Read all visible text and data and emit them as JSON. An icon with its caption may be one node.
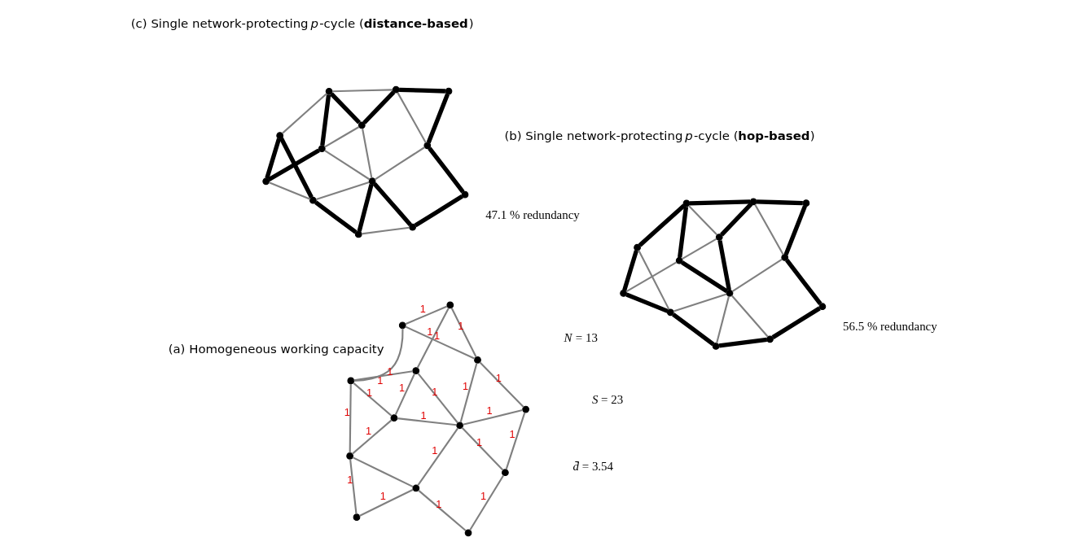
{
  "diagram": {
    "nodes": [
      {
        "text": [],
        "shape": "circle"
      },
      {
        "text": [],
        "shape": "circle"
      },
      {
        "text": [],
        "shape": "circle"
      },
      {
        "text": [],
        "shape": "circle"
      },
      {
        "text": [],
        "shape": "circle"
      },
      {
        "text": [],
        "shape": "circle"
      },
      {
        "text": [],
        "shape": "circle"
      },
      {
        "text": [],
        "shape": "circle"
      },
      {
        "text": [],
        "shape": "circle"
      },
      {
        "text": [],
        "shape": "circle"
      },
      {
        "text": [],
        "shape": "circle"
      },
      {
        "text": [],
        "shape": "circle"
      },
      {
        "text": [],
        "shape": "circle"
      },
      {
        "text": [],
        "shape": "circle"
      },
      {
        "text": [],
        "shape": "circle"
      },
      {
        "text": [],
        "shape": "circle"
      },
      {
        "text": [],
        "shape": "circle"
      },
      {
        "text": [],
        "shape": "circle"
      },
      {
        "text": [],
        "shape": "circle"
      },
      {
        "text": [],
        "shape": "circle"
      },
      {
        "text": [],
        "shape": "circle"
      },
      {
        "text": [],
        "shape": "circle"
      },
      {
        "text": [],
        "shape": "circle"
      },
      {
        "text": [],
        "shape": "circle"
      },
      {
        "text": [],
        "shape": "circle"
      },
      {
        "text": [],
        "shape": "circle"
      },
      {
        "text": [],
        "shape": "circle"
      },
      {
        "text": [],
        "shape": "circle"
      },
      {
        "text": [],
        "shape": "circle"
      },
      {
        "text": [],
        "shape": "circle"
      },
      {
        "text": [],
        "shape": "circle"
      },
      {
        "text": [],
        "shape": "circle"
      },
      {
        "text": [],
        "shape": "circle"
      },
      {
        "text": [],
        "shape": "circle"
      },
      {
        "text": [],
        "shape": "circle"
      },
      {
        "text": [],
        "shape": "circle"
      },
      {
        "text": [],
        "shape": "circle"
      },
      {
        "text": [],
        "shape": "circle"
      },
      {
        "text": [],
        "shape": "circle"
      }
    ],
    "edges": [
      {
        "from": 0,
        "to": 1,
        "arrow": "none",
        "label": "1"
      },
      {
        "from": 1,
        "to": 2,
        "arrow": "none",
        "label": "1"
      },
      {
        "from": 0,
        "to": 3,
        "arrow": "none",
        "label": "1"
      },
      {
        "from": 0,
        "to": 4,
        "arrow": "none",
        "label": "1"
      },
      {
        "from": 1,
        "to": 3,
        "arrow": "none",
        "label": "1"
      },
      {
        "from": 3,
        "to": 4,
        "arrow": "none",
        "label": "1"
      },
      {
        "from": 0,
        "to": 6,
        "arrow": "none",
        "label": "1"
      },
      {
        "from": 1,
        "to": 9,
        "arrow": "none"
      },
      {
        "from": 3,
        "to": 8,
        "arrow": "none",
        "label": "1"
      },
      {
        "from": 2,
        "to": 9,
        "arrow": "none",
        "label": "1"
      },
      {
        "from": 4,
        "to": 5,
        "arrow": "none",
        "label": "1"
      },
      {
        "from": 4,
        "to": 8,
        "arrow": "none",
        "label": "1"
      },
      {
        "from": 5,
        "to": 6,
        "arrow": "none",
        "label": "1"
      },
      {
        "from": 5,
        "to": 7,
        "arrow": "none",
        "label": "1"
      },
      {
        "from": 8,
        "to": 9,
        "arrow": "none",
        "label": "1"
      },
      {
        "from": 7,
        "to": 8,
        "arrow": "none",
        "label": "1"
      },
      {
        "from": 8,
        "to": 11,
        "arrow": "none",
        "label": "1"
      },
      {
        "from": 9,
        "to": 12,
        "arrow": "none",
        "label": "1"
      },
      {
        "from": 6,
        "to": 7,
        "arrow": "none",
        "label": "1"
      },
      {
        "from": 7,
        "to": 10,
        "arrow": "none",
        "label": "1"
      },
      {
        "from": 8,
        "to": 10,
        "arrow": "none",
        "label": "1"
      },
      {
        "from": 11,
        "to": 12,
        "arrow": "none",
        "label": "1"
      },
      {
        "from": 10,
        "to": 11,
        "arrow": "none",
        "label": "1"
      },
      {
        "from": 13,
        "to": 14,
        "arrow": "none",
        "style": "thick",
        "color": "#000000"
      },
      {
        "from": 14,
        "to": 15,
        "arrow": "none",
        "style": "thick",
        "color": "#000000"
      },
      {
        "from": 13,
        "to": 16,
        "arrow": "none"
      },
      {
        "from": 13,
        "to": 17,
        "arrow": "none",
        "style": "thick",
        "color": "#000000"
      },
      {
        "from": 14,
        "to": 16,
        "arrow": "none",
        "style": "thick",
        "color": "#000000"
      },
      {
        "from": 16,
        "to": 17,
        "arrow": "none"
      },
      {
        "from": 13,
        "to": 19,
        "arrow": "none",
        "style": "thick",
        "color": "#000000"
      },
      {
        "from": 14,
        "to": 22,
        "arrow": "none"
      },
      {
        "from": 16,
        "to": 21,
        "arrow": "none",
        "style": "thick",
        "color": "#000000"
      },
      {
        "from": 15,
        "to": 22,
        "arrow": "none",
        "style": "thick",
        "color": "#000000"
      },
      {
        "from": 17,
        "to": 18,
        "arrow": "none"
      },
      {
        "from": 17,
        "to": 21,
        "arrow": "none",
        "style": "thick",
        "color": "#000000"
      },
      {
        "from": 18,
        "to": 19,
        "arrow": "none",
        "style": "thick",
        "color": "#000000"
      },
      {
        "from": 18,
        "to": 20,
        "arrow": "none",
        "style": "thick",
        "color": "#000000"
      },
      {
        "from": 21,
        "to": 22,
        "arrow": "none"
      },
      {
        "from": 20,
        "to": 21,
        "arrow": "none"
      },
      {
        "from": 21,
        "to": 24,
        "arrow": "none"
      },
      {
        "from": 22,
        "to": 25,
        "arrow": "none",
        "style": "thick",
        "color": "#000000"
      },
      {
        "from": 19,
        "to": 20,
        "arrow": "none"
      },
      {
        "from": 20,
        "to": 23,
        "arrow": "none",
        "style": "thick",
        "color": "#000000"
      },
      {
        "from": 21,
        "to": 23,
        "arrow": "none"
      },
      {
        "from": 24,
        "to": 25,
        "arrow": "none",
        "style": "thick",
        "color": "#000000"
      },
      {
        "from": 23,
        "to": 24,
        "arrow": "none",
        "style": "thick",
        "color": "#000000"
      },
      {
        "from": 26,
        "to": 27,
        "arrow": "none"
      },
      {
        "from": 27,
        "to": 28,
        "arrow": "none",
        "style": "thick",
        "color": "#000000"
      },
      {
        "from": 26,
        "to": 29,
        "arrow": "none",
        "style": "thick",
        "color": "#000000"
      },
      {
        "from": 26,
        "to": 30,
        "arrow": "none",
        "style": "thick",
        "color": "#000000"
      },
      {
        "from": 27,
        "to": 29,
        "arrow": "none",
        "style": "thick",
        "color": "#000000"
      },
      {
        "from": 29,
        "to": 30,
        "arrow": "none"
      },
      {
        "from": 26,
        "to": 32,
        "arrow": "none"
      },
      {
        "from": 27,
        "to": 35,
        "arrow": "none"
      },
      {
        "from": 29,
        "to": 34,
        "arrow": "none"
      },
      {
        "from": 28,
        "to": 35,
        "arrow": "none",
        "style": "thick",
        "color": "#000000"
      },
      {
        "from": 30,
        "to": 31,
        "arrow": "none",
        "style": "thick",
        "color": "#000000"
      },
      {
        "from": 30,
        "to": 34,
        "arrow": "none"
      },
      {
        "from": 31,
        "to": 32,
        "arrow": "none",
        "style": "thick",
        "color": "#000000"
      },
      {
        "from": 31,
        "to": 33,
        "arrow": "none"
      },
      {
        "from": 34,
        "to": 35,
        "arrow": "none"
      },
      {
        "from": 33,
        "to": 34,
        "arrow": "none"
      },
      {
        "from": 34,
        "to": 37,
        "arrow": "none",
        "style": "thick",
        "color": "#000000"
      },
      {
        "from": 35,
        "to": 38,
        "arrow": "none",
        "style": "thick",
        "color": "#000000"
      },
      {
        "from": 32,
        "to": 33,
        "arrow": "none",
        "style": "thick",
        "color": "#000000"
      },
      {
        "from": 33,
        "to": 36,
        "arrow": "none",
        "style": "thick",
        "color": "#000000"
      },
      {
        "from": 34,
        "to": 36,
        "arrow": "none",
        "style": "thick",
        "color": "#000000"
      },
      {
        "from": 37,
        "to": 38,
        "arrow": "none",
        "style": "thick",
        "color": "#000000"
      },
      {
        "from": 36,
        "to": 37,
        "arrow": "none"
      }
    ],
    "labels": [
      "(a) Homogeneous working capacity",
      "(b) Single network-protecting *p*-cycle (**hop-based**)",
      "56.5 % redundancy",
      "(c) Single network-protecting *p*-cycle (**distance-based**)",
      "*N* = 13",
      "*S* = 23",
      "*d̄* = 3.54",
      "47.1 % redundancy"
    ]
  }
}
